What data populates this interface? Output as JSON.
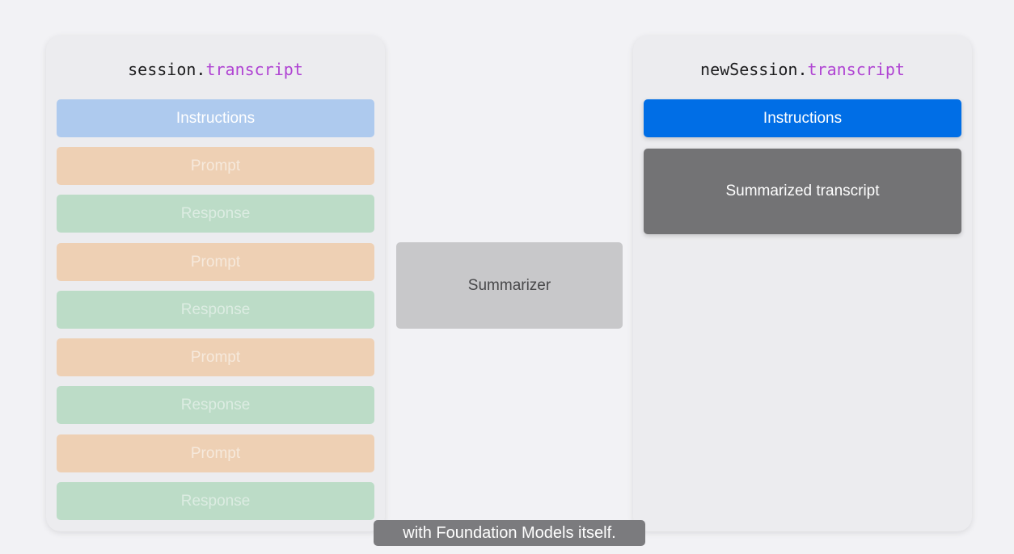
{
  "left_panel": {
    "title_object": "session",
    "title_dot": ".",
    "title_property": "transcript",
    "entries": [
      {
        "kind": "instructions",
        "label": "Instructions"
      },
      {
        "kind": "prompt",
        "label": "Prompt"
      },
      {
        "kind": "response",
        "label": "Response"
      },
      {
        "kind": "prompt",
        "label": "Prompt"
      },
      {
        "kind": "response",
        "label": "Response"
      },
      {
        "kind": "prompt",
        "label": "Prompt"
      },
      {
        "kind": "response",
        "label": "Response"
      },
      {
        "kind": "prompt",
        "label": "Prompt"
      },
      {
        "kind": "response",
        "label": "Response"
      }
    ]
  },
  "middle": {
    "summarizer_label": "Summarizer"
  },
  "right_panel": {
    "title_object": "newSession",
    "title_dot": ".",
    "title_property": "transcript",
    "instructions_label": "Instructions",
    "summary_label": "Summarized transcript"
  },
  "caption": {
    "text": "with Foundation Models itself."
  },
  "colors": {
    "background": "#f2f2f5",
    "panel": "#ececef",
    "property_accent": "#b044d3",
    "instructions_faded": "#aecaee",
    "instructions_active": "#006ee6",
    "prompt": "#eed0b4",
    "response": "#bcdcc7",
    "summarizer": "#c8c8ca",
    "summary": "#737375"
  }
}
